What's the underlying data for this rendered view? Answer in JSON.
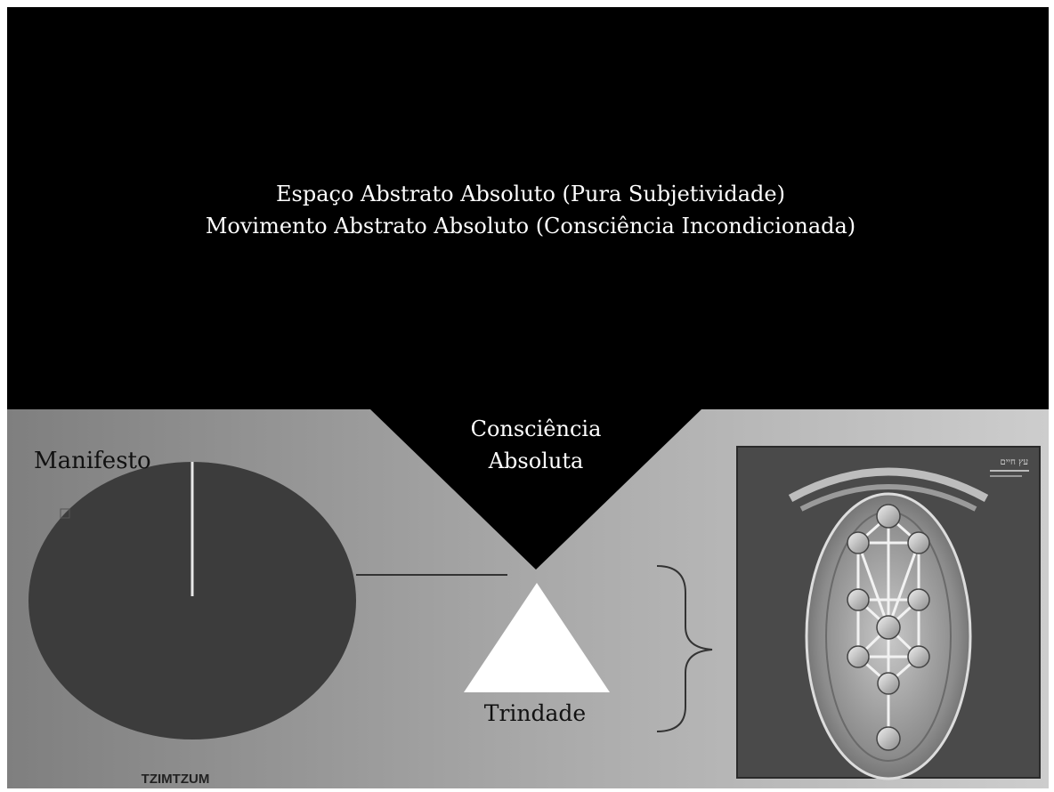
{
  "header": {
    "line1": "Espaço Abstrato Absoluto (Pura Subjetividade)",
    "line2": "Movimento Abstrato Absoluto (Consciência Incondicionada)"
  },
  "center": {
    "consciencia_line1": "Consciência",
    "consciencia_line2": "Absoluta",
    "trinity_label": "Trindade"
  },
  "left": {
    "manifesto_label": "Manifesto",
    "tzimtzum_label": "TZIMTZUM"
  },
  "right": {
    "tree_image": "tree-of-life-image",
    "corner_text": "עץ חיים"
  },
  "colors": {
    "top_band": "#000000",
    "bottom_gradient_light": "#8f8f8f",
    "bottom_gradient_dark": "#c8c8c8",
    "circle_fill": "#3c3c3c",
    "triangle_fill": "#ffffff"
  }
}
